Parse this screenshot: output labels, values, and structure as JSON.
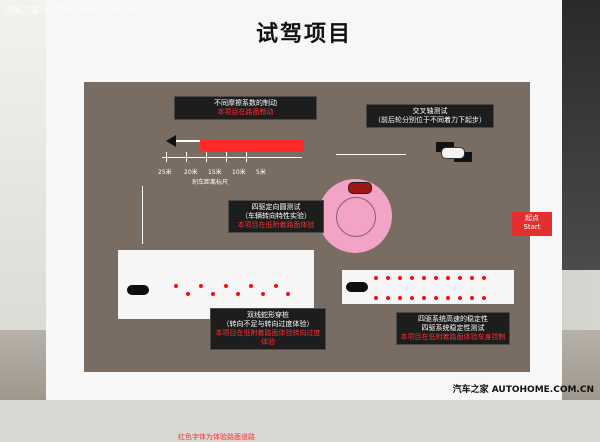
{
  "watermark": {
    "top_left": "汽车之家 AUTOHOME.COM.CN",
    "bottom_right": "汽车之家  AUTOHOME.COM.CN"
  },
  "board": {
    "title": "试驾项目",
    "start": {
      "cn": "起点",
      "en": "Start"
    },
    "braking": {
      "title": "不同摩擦系数的制动",
      "subtitle": "本项目在路面制动"
    },
    "axle": {
      "title": "交叉轴测试",
      "subtitle": "（前后轮分别位于不同着力下起步）"
    },
    "scale_label": "刹车距离标尺",
    "scale_marks": [
      "25米",
      "20米",
      "15米",
      "10米",
      "5米"
    ],
    "circle": {
      "line1": "四驱定向圆测试",
      "line2": "（车辆转向特性实验）",
      "subtitle": "本项目在低附着路面体验"
    },
    "slalom": {
      "line1": "双线蛇形穿桩",
      "line2": "（转向不足与转向过度体验）",
      "subtitle": "本项目在低附着路面体验转向过度体验"
    },
    "stability": {
      "line1": "四驱系统高速的稳定性",
      "line2": "四驱系统稳定性测试",
      "subtitle": "本项目在低附着路面体验车身控制"
    },
    "footer_note": "红色字体为体验路面道路"
  },
  "colors": {
    "panel": "#796c62",
    "accent_red": "#e42f2f",
    "circle_pink": "#f3a3c5"
  }
}
